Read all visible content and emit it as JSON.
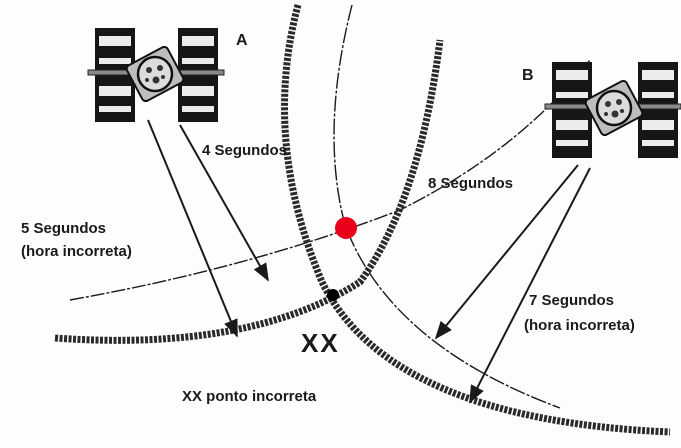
{
  "satellites": {
    "a": {
      "label": "A"
    },
    "b": {
      "label": "B"
    }
  },
  "labels": {
    "four_seconds": "4 Segundos",
    "five_seconds_line1": "5 Segundos",
    "five_seconds_line2": "(hora incorreta)",
    "eight_seconds": "8 Segundos",
    "seven_seconds_line1": "7 Segundos",
    "seven_seconds_line2": "(hora incorreta)",
    "wrong_point_mark": "XX",
    "wrong_point_caption": "XX ponto incorreta"
  },
  "colors": {
    "correct_point": "#e8001a",
    "wrong_point": "#000000",
    "ink": "#1a1a1a"
  }
}
